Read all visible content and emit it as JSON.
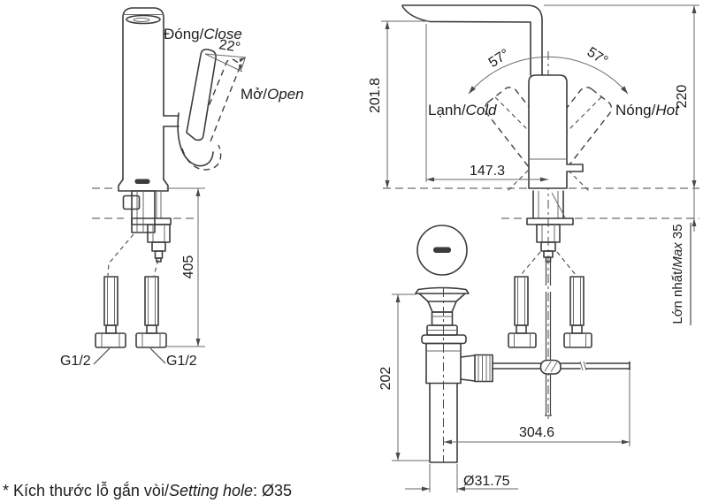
{
  "drawing": {
    "background": "#ffffff",
    "line_color": "#3b3b3b",
    "text_color": "#1d1d1d"
  },
  "side_view": {
    "close_label": {
      "vi": "Đóng/",
      "en": "Close"
    },
    "open_label": {
      "vi": "Mở/",
      "en": "Open"
    },
    "handle_angle": "22°",
    "height_dim": "405",
    "inlet_left_thread": "G1/2",
    "inlet_right_thread": "G1/2"
  },
  "front_view": {
    "cold_label": {
      "vi": "Lạnh/",
      "en": "Cold"
    },
    "hot_label": {
      "vi": "Nóng/",
      "en": "Hot"
    },
    "swing_angle_left": "57°",
    "swing_angle_right": "57°",
    "outlet_height_dim": "201.8",
    "total_height_dim": "220",
    "spout_reach_dim": "147.3",
    "counter_thickness": {
      "vi": "Lớn nhất/",
      "en": "Max",
      "value": " 35"
    },
    "drain_height_dim": "202",
    "rod_length_dim": "304.6",
    "drain_pipe_dim": "Ø31.75"
  },
  "footnote": {
    "prefix": "* Kích thước lỗ gắn vòi/",
    "en": "Setting hole",
    "suffix": ": Ø35"
  }
}
